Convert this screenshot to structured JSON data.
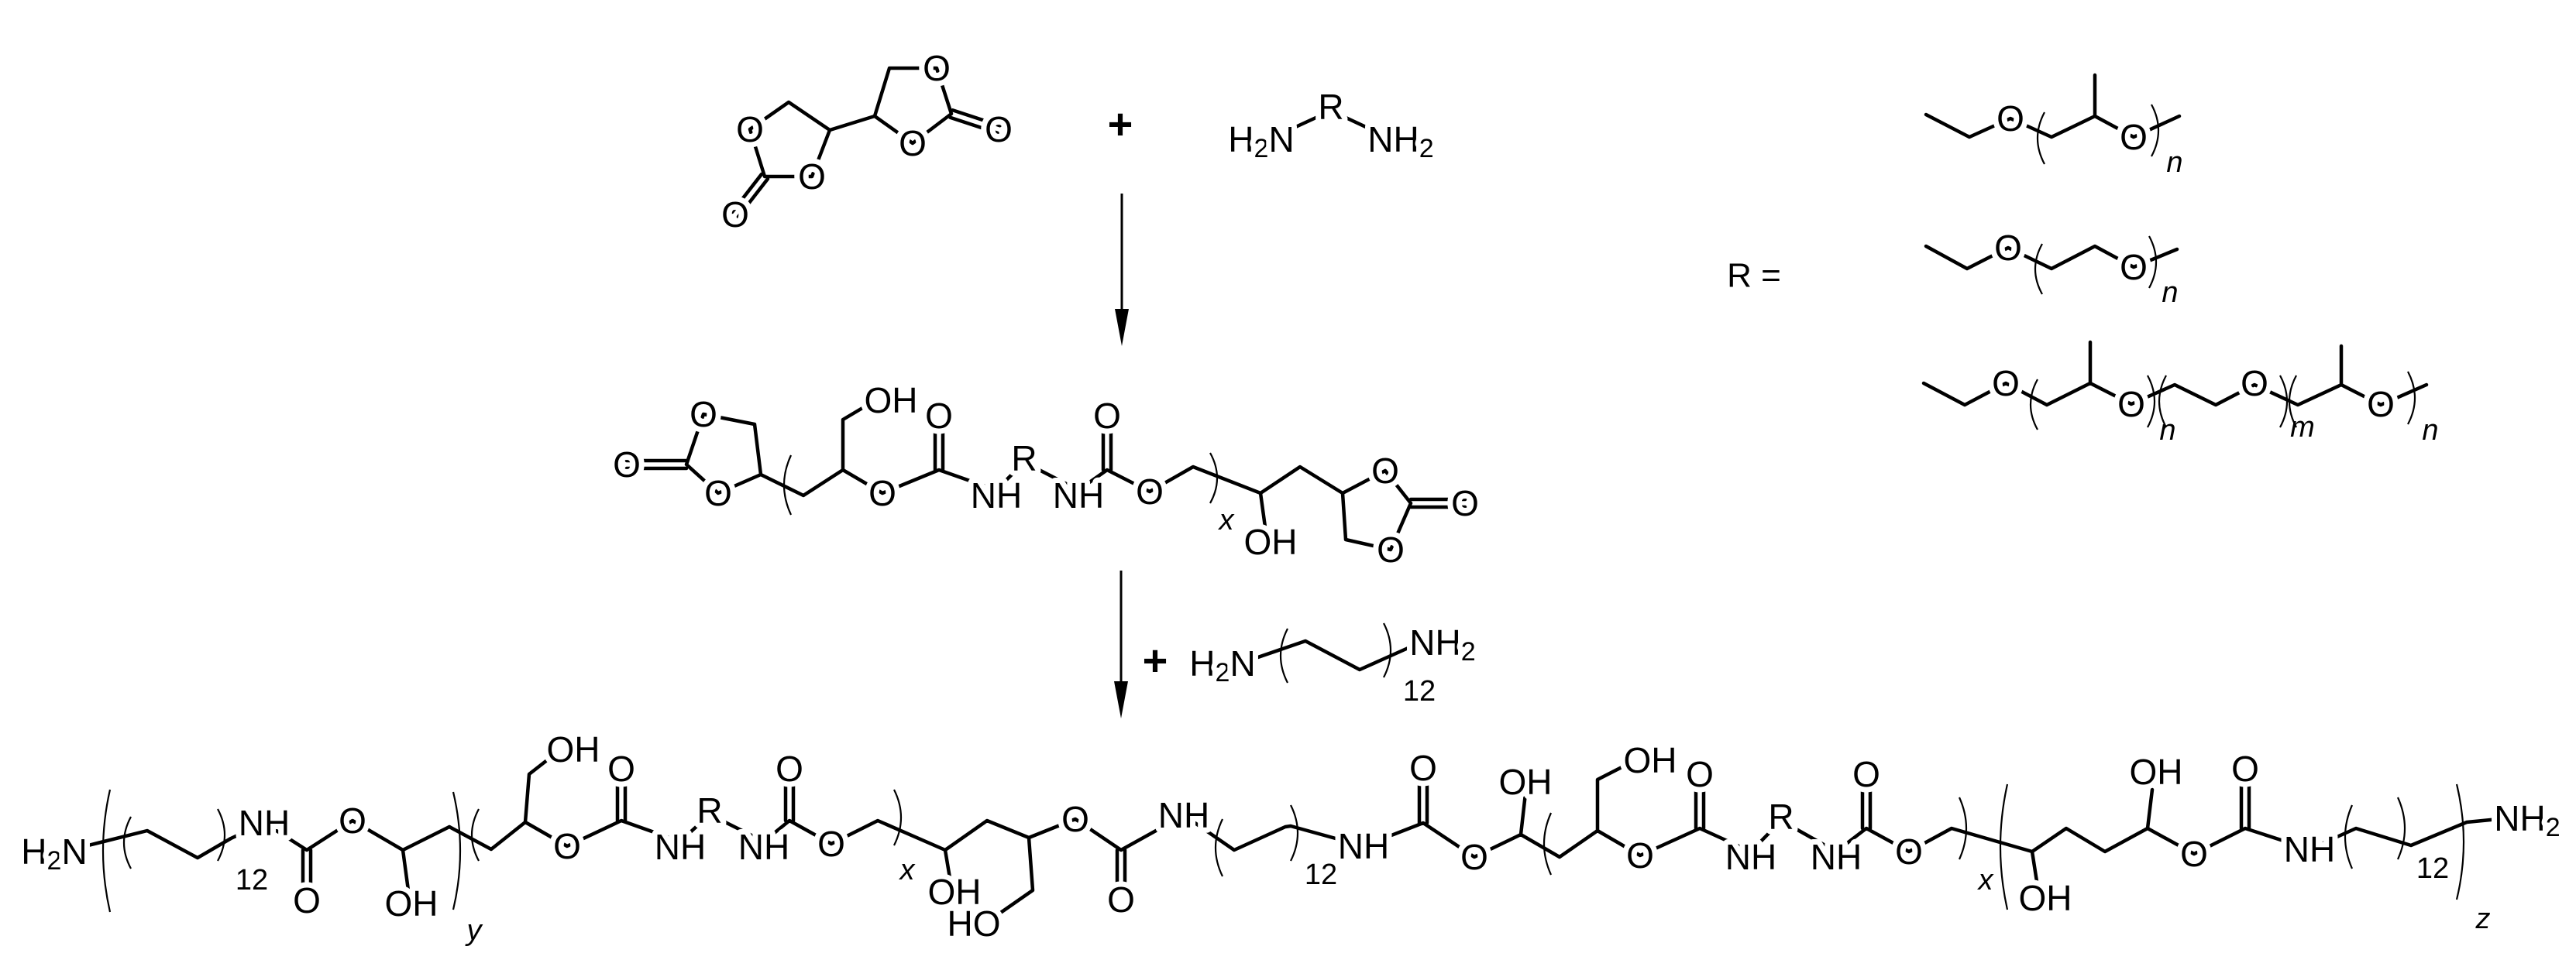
{
  "atoms": {
    "O": "O",
    "OH": "OH",
    "HO": "HO",
    "NH": "NH",
    "R": "R",
    "H": "H",
    "N": "N",
    "sub2": "2",
    "sub12": "12"
  },
  "repeat_indices": {
    "x": "x",
    "y": "y",
    "z": "z",
    "n": "n",
    "m": "m"
  },
  "operators": {
    "plus": "+"
  },
  "r_definition_label": "R ="
}
